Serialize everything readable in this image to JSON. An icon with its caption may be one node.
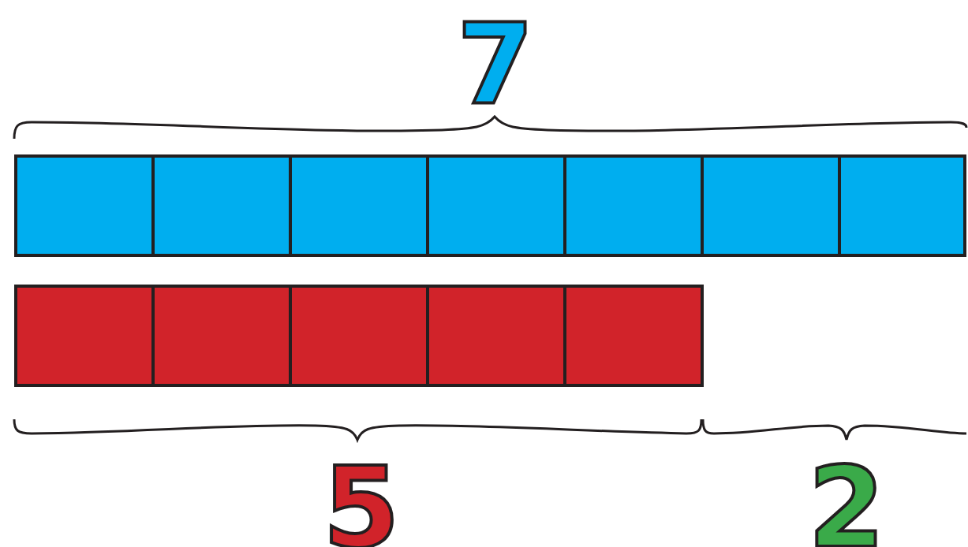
{
  "diagram": {
    "nodes": [
      {
        "text": [],
        "shape": "box"
      },
      {
        "text": [],
        "shape": "box"
      },
      {
        "text": [],
        "shape": "box"
      },
      {
        "text": [],
        "shape": "box"
      },
      {
        "text": [],
        "shape": "box"
      },
      {
        "text": [],
        "shape": "box"
      },
      {
        "text": [],
        "shape": "box"
      },
      {
        "text": [],
        "shape": "box"
      },
      {
        "text": [],
        "shape": "box"
      },
      {
        "text": [],
        "shape": "box"
      },
      {
        "text": [],
        "shape": "box"
      },
      {
        "text": [],
        "shape": "box"
      }
    ],
    "edges": [],
    "labels": [
      "7",
      "5",
      "2"
    ]
  }
}
